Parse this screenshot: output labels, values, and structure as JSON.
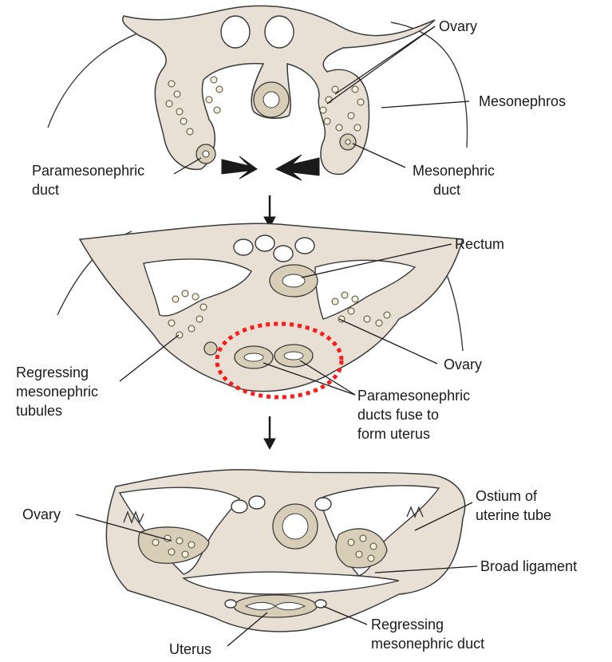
{
  "panels": {
    "top": {
      "labels": {
        "ovary": "Ovary",
        "mesonephros": "Mesonephros",
        "paramesonephric_line1": "Paramesonephric",
        "paramesonephric_line2": "duct",
        "mesonephric_line1": "Mesonephric",
        "mesonephric_line2": "duct"
      }
    },
    "middle": {
      "labels": {
        "rectum": "Rectum",
        "ovary": "Ovary",
        "regressing_line1": "Regressing",
        "regressing_line2": "mesonephric",
        "regressing_line3": "tubules",
        "fuse_line1": "Paramesonephric",
        "fuse_line2": "ducts fuse to",
        "fuse_line3": "form uterus"
      },
      "highlight_color": "#ff1a1a"
    },
    "bottom": {
      "labels": {
        "ovary": "Ovary",
        "ostium_line1": "Ostium of",
        "ostium_line2": "uterine tube",
        "broad_ligament": "Broad ligament",
        "regressing_line1": "Regressing",
        "regressing_line2": "mesonephric duct",
        "uterus": "Uterus"
      }
    }
  },
  "colors": {
    "tissue": "#e8e0d4",
    "highlight": "#ff1a1a",
    "text": "#1a1a1a"
  }
}
